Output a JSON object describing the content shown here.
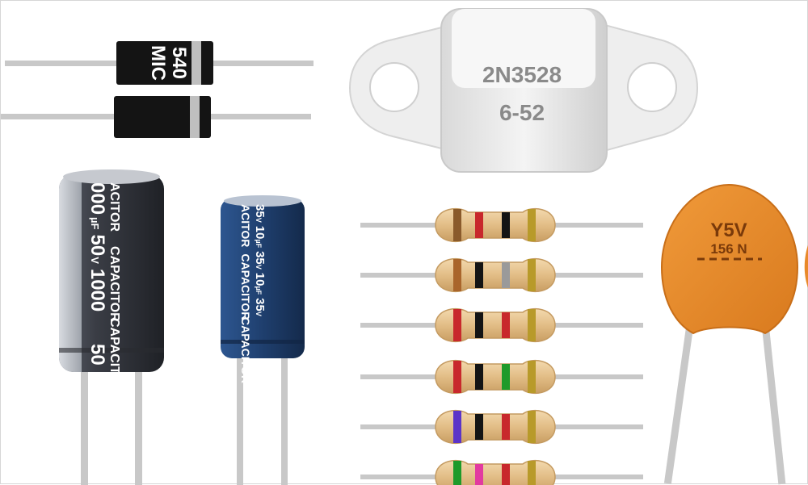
{
  "colors": {
    "background": "#ffffff",
    "lead_wire": "#c8c8c8",
    "diode_body": "#141414",
    "diode_band": "#bfbfbf",
    "transistor_metal": "#ececec",
    "transistor_text": "#8a8a8a",
    "cap_black_body": "#3a3d45",
    "cap_black_sleeve": "#b4b8bf",
    "cap_blue_body": "#1f3f6e",
    "resistor_body": "#e7c48f",
    "ceramic_body": "#e8892a",
    "ceramic_text": "#7a3a0a"
  },
  "diodes": [
    {
      "marking_line1": "540",
      "marking_line2": "MIC"
    },
    {
      "marking_line1": "",
      "marking_line2": ""
    }
  ],
  "transistor": {
    "part_number": "2N3528",
    "date_code": "6-52"
  },
  "capacitor_large": {
    "line_a": "000",
    "line_a_unit": "µF",
    "line_b": "50",
    "line_b_unit": "V",
    "line_c": "1000",
    "line_d": "50",
    "word_1": "ACITOR",
    "word_2": "CAPACITOR",
    "word_3": "CAPACITOR"
  },
  "capacitor_small": {
    "line_a": "35",
    "line_a_unit": "V",
    "line_b": "10",
    "line_b_unit": "µF",
    "line_c": "35",
    "line_c_unit": "V",
    "line_d": "10",
    "line_d_unit": "µF",
    "line_e": "35",
    "line_e_unit": "V",
    "word_1": "ACITOR",
    "word_2": "CAPACITOR",
    "word_3": "CAPACITOR"
  },
  "resistors": [
    {
      "bands": [
        "#8a5a2b",
        "#c8282c",
        "#141414",
        "#b89a2a"
      ]
    },
    {
      "bands": [
        "#a9652b",
        "#141414",
        "#9a9a9a",
        "#b89a2a"
      ]
    },
    {
      "bands": [
        "#c8282c",
        "#141414",
        "#c8282c",
        "#b89a2a"
      ]
    },
    {
      "bands": [
        "#c8282c",
        "#141414",
        "#1e9a2a",
        "#b89a2a"
      ]
    },
    {
      "bands": [
        "#5b34c8",
        "#141414",
        "#c8282c",
        "#b89a2a"
      ]
    },
    {
      "bands": [
        "#1e9a2a",
        "#e23aa0",
        "#c8282c",
        "#b89a2a"
      ]
    }
  ],
  "ceramic_capacitor": {
    "code_line1": "Y5V",
    "code_line2": "156 N"
  }
}
